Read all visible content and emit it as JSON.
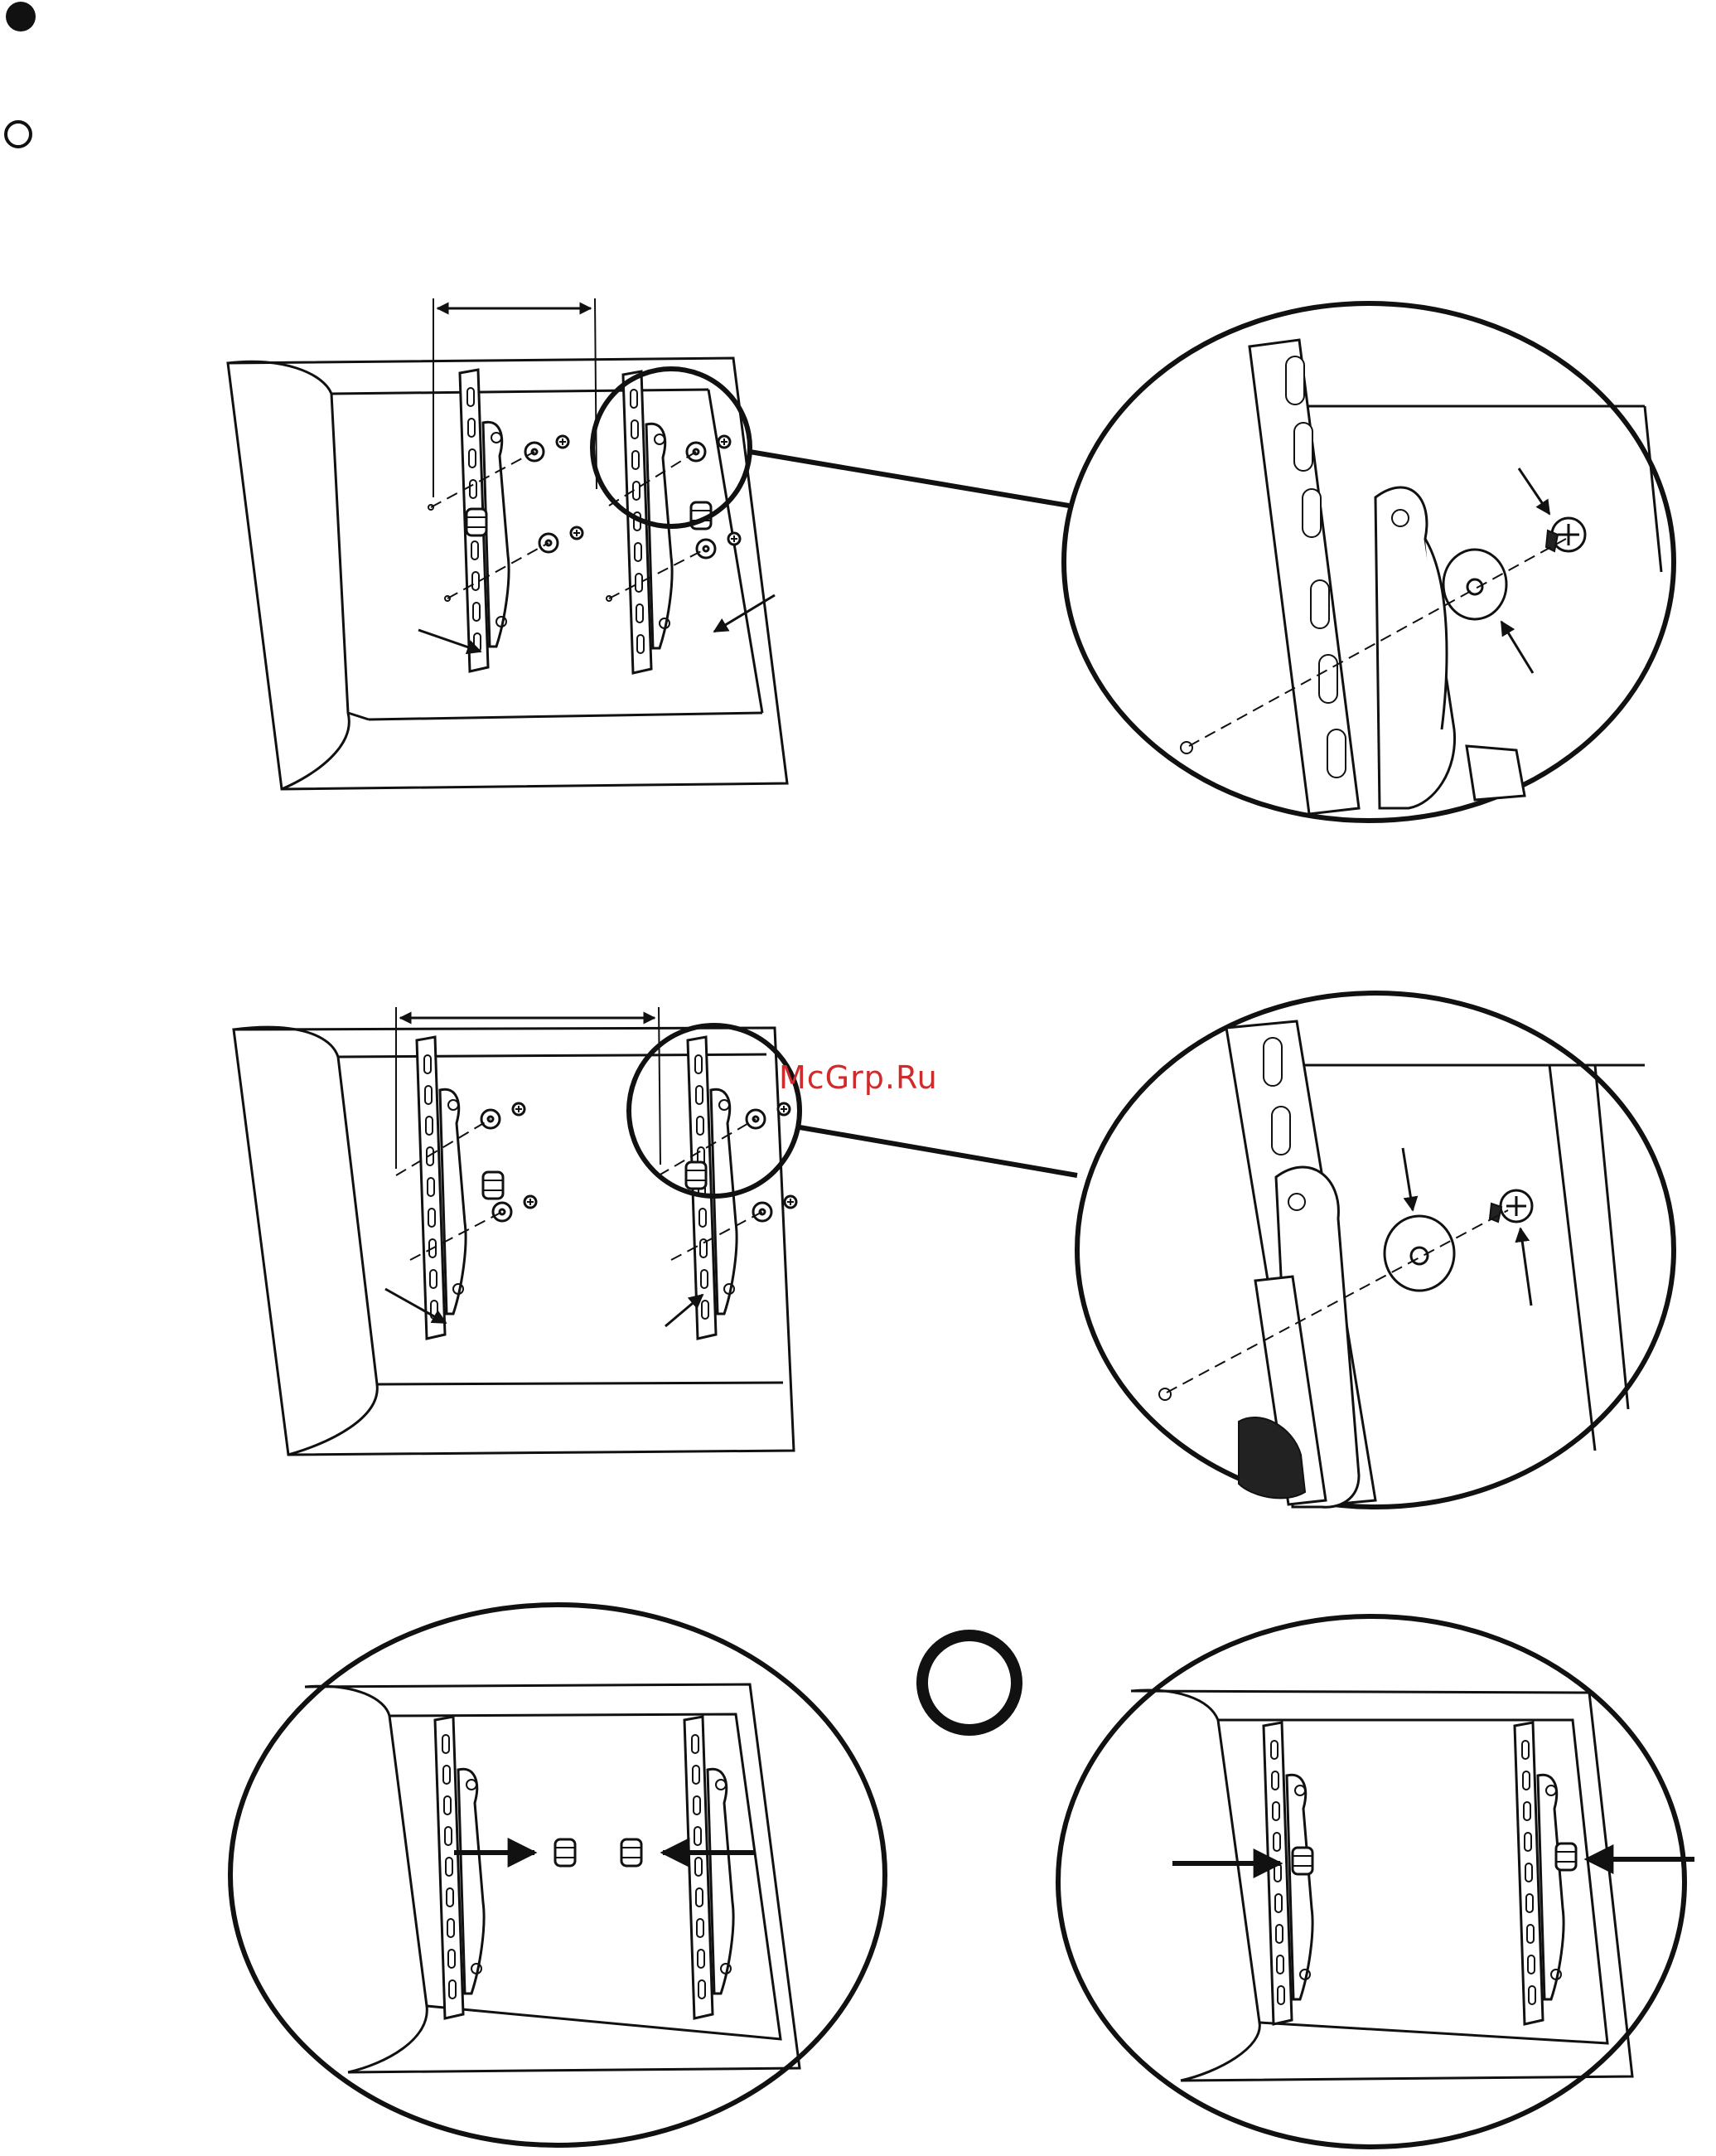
{
  "watermark": "McGrp.Ru",
  "steps": [
    {
      "id": "step-1",
      "marker": "filled-circle-marker"
    },
    {
      "id": "step-2",
      "marker": "open-circle-marker"
    },
    {
      "id": "step-3",
      "marker": "large-ring-marker"
    }
  ],
  "panels": [
    {
      "id": "bracket-attach-narrow",
      "detail": "washer-screw-detail"
    },
    {
      "id": "bracket-attach-wide",
      "detail": "washer-screw-detail"
    },
    {
      "id": "knob-insert",
      "detail": "knob-tightened-detail"
    }
  ],
  "icons": [
    "arrow-icon",
    "screw-icon",
    "washer-icon",
    "knob-icon",
    "bracket-icon"
  ]
}
